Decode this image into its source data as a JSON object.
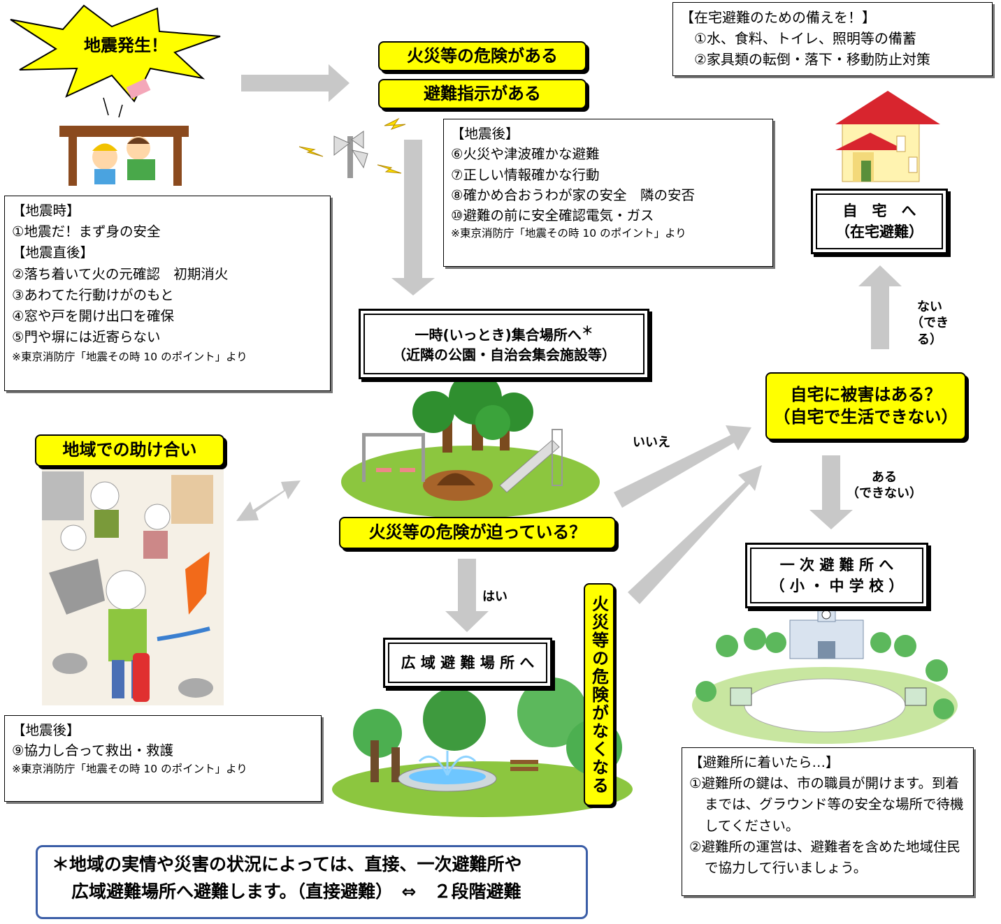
{
  "quake_banner": "地震発生！",
  "fire_danger_label": "火災等の危険がある",
  "evac_order_label": "避難指示がある",
  "home_prep": {
    "title": "【在宅避難のための備えを！】",
    "item1": "①水、食料、トイレ、照明等の備蓄",
    "item2": "②家具類の転倒・落下・移動防止対策"
  },
  "after_quake_note": {
    "title": "【地震後】",
    "item6": "⑥火災や津波確かな避難",
    "item7": "⑦正しい情報確かな行動",
    "item8": "⑧確かめ合おうわが家の安全　隣の安否",
    "item10": "⑩避難の前に安全確認電気・ガス",
    "source": "※東京消防庁「地震その時 10 のポイント」より"
  },
  "during_quake_note": {
    "title1": "【地震時】",
    "item1": "①地震だ！まず身の安全",
    "title2": "【地震直後】",
    "item2": "②落ち着いて火の元確認　初期消火",
    "item3": "③あわてた行動けがのもと",
    "item4": "④窓や戸を開け出口を確保",
    "item5": "⑤門や塀には近寄らない",
    "source": "※東京消防庁「地震その時 10 のポイント」より"
  },
  "home_box": {
    "line1": "自　宅　へ",
    "line2": "（在宅避難）"
  },
  "temp_assembly_box": {
    "line1": "一時(いっとき)集合場所へ",
    "mark": "＊",
    "line2": "（近隣の公園・自治会集会施設等）"
  },
  "no_label": {
    "line1": "ない",
    "line2": "（できる）"
  },
  "home_damage_question": {
    "line1": "自宅に被害はある？",
    "line2": "（自宅で生活できない）"
  },
  "no_answer_label": "いいえ",
  "community_help_label": "地域での助け合い",
  "yes_damage_label": {
    "line1": "ある",
    "line2": "（できない）"
  },
  "fire_approach_question": "火災等の危険が迫っている？",
  "yes_label": "はい",
  "primary_shelter_box": {
    "line1": "一 次 避 難 所 へ",
    "line2": "（ 小 ・ 中 学 校 ）"
  },
  "wide_area_box": "広 域 避 難 場 所 へ",
  "fire_gone_label": "火災等の危険がなくなる",
  "rescue_note": {
    "title": "【地震後】",
    "item9": "⑨協力し合って救出・救護",
    "source": "※東京消防庁「地震その時 10 のポイント」より"
  },
  "shelter_arrival_note": {
    "title": "【避難所に着いたら…】",
    "item1": "①避難所の鍵は、市の職員が開けます。到着までは、グラウンド等の安全な場所で待機してください。",
    "item2": "②避難所の運営は、避難者を含めた地域住民で協力して行いましょう。"
  },
  "bottom_note": {
    "line1": "＊地域の実情や災害の状況によっては、直接、一次避難所や",
    "line2": "広域避難場所へ避難します。（直接避難）　⇔　２段階避難"
  },
  "colors": {
    "accent_yellow": "#ffff00",
    "arrow_gray": "#c8c8c8",
    "bottom_border": "#3b5ea7"
  }
}
